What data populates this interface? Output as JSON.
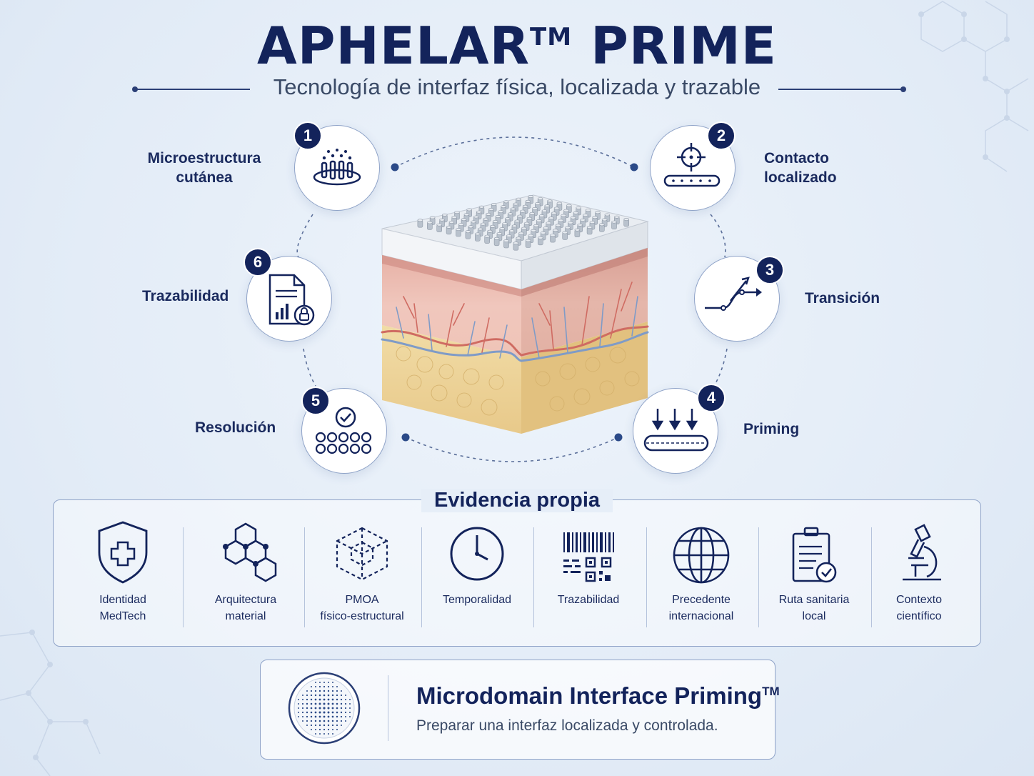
{
  "header": {
    "title": "APHELAR",
    "title_tm": "TM",
    "title_suffix": "PRIME",
    "subtitle": "Tecnología de interfaz física, localizada y trazable"
  },
  "steps": [
    {
      "number": "1",
      "label_line1": "Microestructura",
      "label_line2": "cutánea",
      "icon": "microneedle-array-icon"
    },
    {
      "number": "2",
      "label_line1": "Contacto",
      "label_line2": "localizado",
      "icon": "target-crosshair-icon"
    },
    {
      "number": "3",
      "label_line1": "Transición",
      "label_line2": "",
      "icon": "transition-arrows-icon"
    },
    {
      "number": "4",
      "label_line1": "Priming",
      "label_line2": "",
      "icon": "downward-arrows-icon"
    },
    {
      "number": "5",
      "label_line1": "Resolución",
      "label_line2": "",
      "icon": "check-circles-icon"
    },
    {
      "number": "6",
      "label_line1": "Trazabilidad",
      "label_line2": "",
      "icon": "document-lock-icon"
    }
  ],
  "evidence": {
    "title": "Evidencia propia",
    "items": [
      {
        "line1": "Identidad",
        "line2": "MedTech",
        "icon": "shield-cross-icon"
      },
      {
        "line1": "Arquitectura",
        "line2": "material",
        "icon": "hexagon-molecule-icon"
      },
      {
        "line1": "PMOA",
        "line2": "físico-estructural",
        "icon": "dashed-cube-icon"
      },
      {
        "line1": "Temporalidad",
        "line2": "",
        "icon": "clock-icon"
      },
      {
        "line1": "Trazabilidad",
        "line2": "",
        "icon": "barcode-qr-icon"
      },
      {
        "line1": "Precedente",
        "line2": "internacional",
        "icon": "globe-icon"
      },
      {
        "line1": "Ruta sanitaria",
        "line2": "local",
        "icon": "clipboard-check-icon"
      },
      {
        "line1": "Contexto",
        "line2": "científico",
        "icon": "microscope-icon"
      }
    ]
  },
  "footer": {
    "title": "Microdomain Interface Priming",
    "title_tm": "TM",
    "subtitle": "Preparar una interfaz localizada y controlada."
  },
  "colors": {
    "navy": "#13235b",
    "background": "#e3ecf7",
    "skin": "#f1c9bd",
    "fat": "#ecd49b",
    "vessel_red": "#cf6b62",
    "vessel_blue": "#7f9bc7"
  }
}
